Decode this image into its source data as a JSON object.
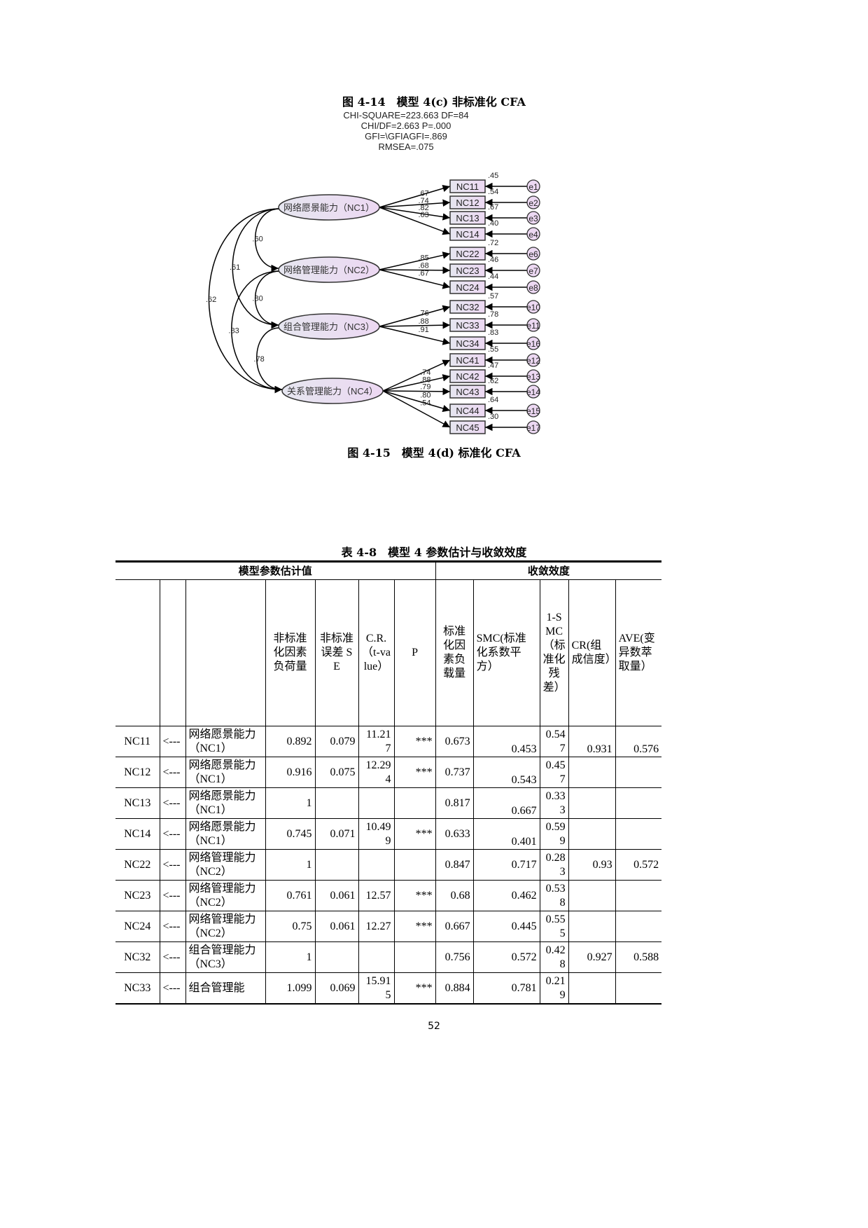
{
  "figure1_caption": "图 4-14　模型 4(c)  非标准化 CFA",
  "fit_stats": [
    "CHI-SQUARE=223.663 DF=84",
    "CHI/DF=2.663 P=.000",
    "GFI=\\GFIAGFI=.869",
    "RMSEA=.075"
  ],
  "figure2_caption": "图 4-15　模型 4(d)  标准化 CFA",
  "diagram": {
    "latent_fill": [
      "#e6e6f0",
      "#ecd8f2"
    ],
    "latents": [
      {
        "label": "网络愿景能力（NC1）",
        "indicators": [
          {
            "name": "NC11",
            "loading": ".67",
            "r2": ".45",
            "error": "e1"
          },
          {
            "name": "NC12",
            "loading": ".74",
            "r2": ".54",
            "error": "e2"
          },
          {
            "name": "NC13",
            "loading": ".82",
            "r2": ".67",
            "error": "e3"
          },
          {
            "name": "NC14",
            "loading": ".63",
            "r2": ".40",
            "error": "e4"
          }
        ]
      },
      {
        "label": "网络管理能力（NC2）",
        "indicators": [
          {
            "name": "NC22",
            "loading": ".85",
            "r2": ".72",
            "error": "e6"
          },
          {
            "name": "NC23",
            "loading": ".68",
            "r2": ".46",
            "error": "e7"
          },
          {
            "name": "NC24",
            "loading": ".67",
            "r2": ".44",
            "error": "e8"
          }
        ]
      },
      {
        "label": "组合管理能力（NC3）",
        "indicators": [
          {
            "name": "NC32",
            "loading": ".76",
            "r2": ".57",
            "error": "e10"
          },
          {
            "name": "NC33",
            "loading": ".88",
            "r2": ".78",
            "error": "e11"
          },
          {
            "name": "NC34",
            "loading": ".91",
            "r2": ".83",
            "error": "e16"
          }
        ]
      },
      {
        "label": "关系管理能力（NC4）",
        "indicators": [
          {
            "name": "NC41",
            "loading": ".74",
            "r2": ".55",
            "error": "e12"
          },
          {
            "name": "NC42",
            "loading": ".88",
            "r2": ".47",
            "error": "e13"
          },
          {
            "name": "NC43",
            "loading": ".79",
            "r2": ".62",
            "error": "e14"
          },
          {
            "name": "NC44",
            "loading": ".80",
            "r2": ".64",
            "error": "e15"
          },
          {
            "name": "NC45",
            "loading": ".54",
            "r2": ".30",
            "error": "e17"
          }
        ]
      }
    ],
    "correlations": [
      {
        "from": 0,
        "to": 1,
        "value": ".60"
      },
      {
        "from": 0,
        "to": 2,
        "value": ".61"
      },
      {
        "from": 0,
        "to": 3,
        "value": ".62"
      },
      {
        "from": 1,
        "to": 2,
        "value": ".80"
      },
      {
        "from": 1,
        "to": 3,
        "value": ".83"
      },
      {
        "from": 2,
        "to": 3,
        "value": ".78"
      }
    ]
  },
  "table": {
    "title": "表 4-8　模型 4 参数估计与收敛效度",
    "group_left": "模型参数估计值",
    "group_right": "收敛效度",
    "headers": [
      "",
      "",
      "",
      "非标准化因素负荷量",
      "非标准误差 SE",
      "C.R.（t-value）",
      "P",
      "标准化因素负载量",
      "SMC(标准化系数平方）",
      "1-SMC（标准化残差）",
      "CR(组成信度）",
      "AVE(变异数萃取量）"
    ],
    "rows": [
      [
        "NC11",
        "<---",
        "网络愿景能力（NC1）",
        "0.892",
        "0.079",
        "11.217",
        "***",
        "0.673",
        "0.453",
        "0.547",
        "0.931",
        "0.576"
      ],
      [
        "NC12",
        "<---",
        "网络愿景能力（NC1）",
        "0.916",
        "0.075",
        "12.294",
        "***",
        "0.737",
        "0.543",
        "0.457",
        "",
        ""
      ],
      [
        "NC13",
        "<---",
        "网络愿景能力（NC1）",
        "1",
        "",
        "",
        "",
        "0.817",
        "0.667",
        "0.333",
        "",
        ""
      ],
      [
        "NC14",
        "<---",
        "网络愿景能力（NC1）",
        "0.745",
        "0.071",
        "10.499",
        "***",
        "0.633",
        "0.401",
        "0.599",
        "",
        ""
      ],
      [
        "NC22",
        "<---",
        "网络管理能力（NC2）",
        "1",
        "",
        "",
        "",
        "0.847",
        "0.717",
        "0.283",
        "0.93",
        "0.572"
      ],
      [
        "NC23",
        "<---",
        "网络管理能力（NC2）",
        "0.761",
        "0.061",
        "12.57",
        "***",
        "0.68",
        "0.462",
        "0.538",
        "",
        ""
      ],
      [
        "NC24",
        "<---",
        "网络管理能力（NC2）",
        "0.75",
        "0.061",
        "12.27",
        "***",
        "0.667",
        "0.445",
        "0.555",
        "",
        ""
      ],
      [
        "NC32",
        "<---",
        "组合管理能力（NC3）",
        "1",
        "",
        "",
        "",
        "0.756",
        "0.572",
        "0.428",
        "0.927",
        "0.588"
      ],
      [
        "NC33",
        "<---",
        "组合管理能",
        "1.099",
        "0.069",
        "15.915",
        "***",
        "0.884",
        "0.781",
        "0.219",
        "",
        ""
      ]
    ]
  },
  "page_number": "52"
}
